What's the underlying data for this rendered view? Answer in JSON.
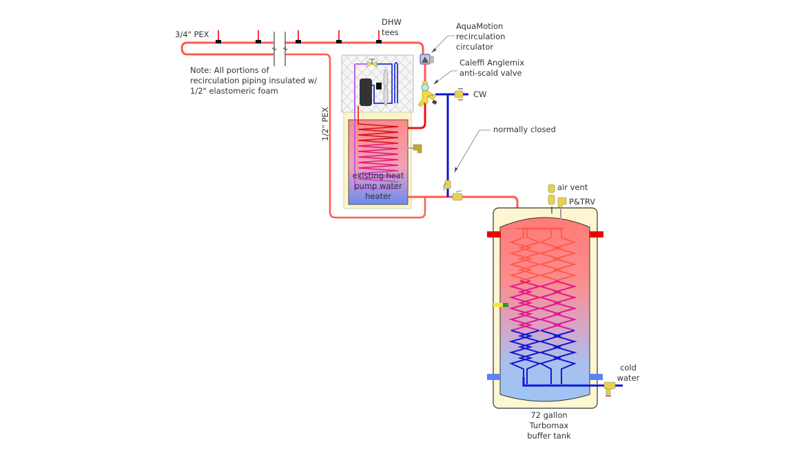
{
  "diagram": {
    "type": "plumbing-schematic",
    "labels": {
      "main_pipe": "3/4\" PEX",
      "dhw_tees_line1": "DHW",
      "dhw_tees_line2": "tees",
      "note_line1": "Note:  All portions of",
      "note_line2": "recirculation piping insulated w/",
      "note_line3": "1/2\" elastomeric foam",
      "return_pipe": "1/2\" PEX",
      "circulator_line1": "AquaMotion",
      "circulator_line2": "recirculation",
      "circulator_line3": "circulator",
      "mix_valve_line1": "Caleffi Anglemix",
      "mix_valve_line2": "anti-scald valve",
      "cw": "CW",
      "normally_closed": "normally closed",
      "hpwh_line1": "existing heat",
      "hpwh_line2": "pump water",
      "hpwh_line3": "heater",
      "air_vent": "air vent",
      "ptrv": "P&TRV",
      "cold_water_line1": "cold",
      "cold_water_line2": "water",
      "tank_line1": "72 gallon",
      "tank_line2": "Turbomax",
      "tank_line3": "buffer tank"
    },
    "colors": {
      "hot_pipe": "#ff5a4e",
      "hot_pipe_dark": "#ee1111",
      "cold_pipe": "#0a14c8",
      "brass": "#e8d24a",
      "tank_jacket": "#fdf6d0",
      "tank_hot": "#ff7b78",
      "tank_cold": "#9fc4f2",
      "coil_hot": "#ff5a4e",
      "coil_mid": "#e6168c",
      "coil_cold": "#1016d8",
      "refrigerant": "#b455f0"
    },
    "dhw_tee_count": 5
  }
}
